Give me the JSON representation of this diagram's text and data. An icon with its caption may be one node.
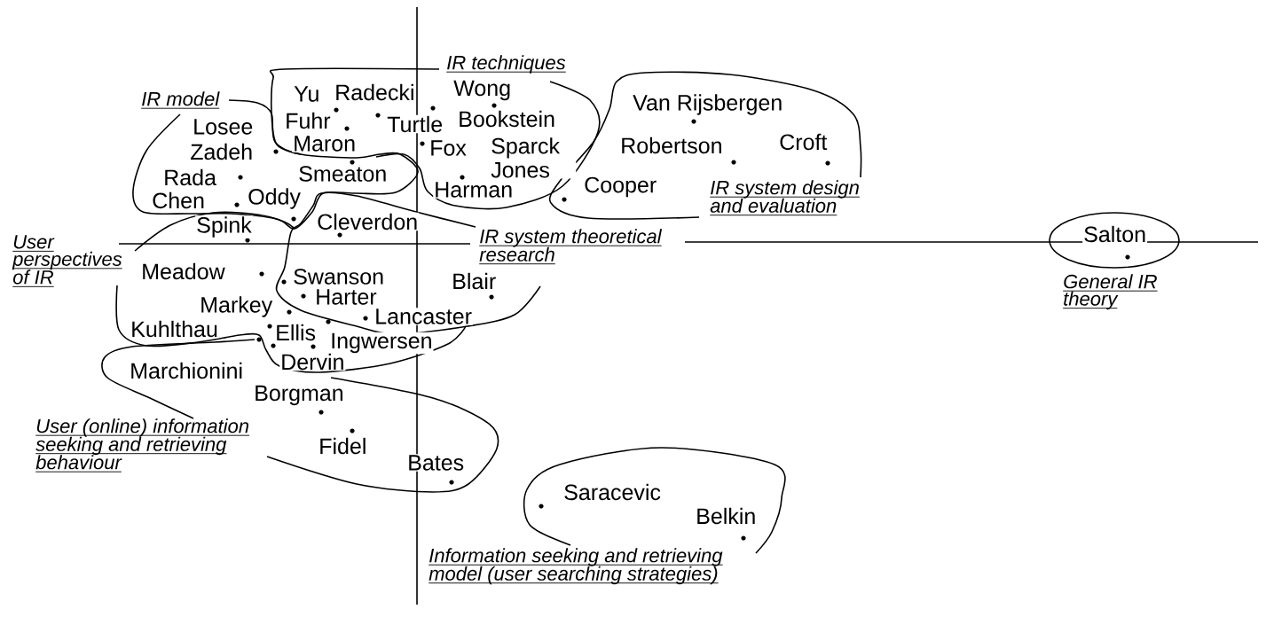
{
  "diagram": {
    "nodes": [
      {
        "text": [
          "IR model"
        ]
      },
      {
        "text": [
          "IR techniques"
        ]
      },
      {
        "text": [
          "IR system design and evaluation"
        ]
      },
      {
        "text": [
          "IR system theoretical research"
        ]
      },
      {
        "text": [
          "User perspectives of IR"
        ]
      },
      {
        "text": [
          "User (online) information seeking and retrieving behaviour"
        ]
      },
      {
        "text": [
          "General IR theory"
        ]
      },
      {
        "text": [
          "Information seeking and retrieving model (user searching strategies)"
        ]
      }
    ],
    "labels": [
      "Yu",
      "Radecki",
      "Wong",
      "Van Rijsbergen",
      "Fuhr",
      "Turtle",
      "Bookstein",
      "Losee",
      "Robertson",
      "Croft",
      "Zadeh",
      "Maron",
      "Fox",
      "Sparck Jones",
      "Rada",
      "Smeaton",
      "Harman",
      "Cooper",
      "Chen",
      "Oddy",
      "Spink",
      "Cleverdon",
      "Salton",
      "Meadow",
      "Swanson",
      "Blair",
      "Harter",
      "Markey",
      "Lancaster",
      "Kuhlthau",
      "Ellis",
      "Ingwersen",
      "Dervin",
      "Marchionini",
      "Borgman",
      "Fidel",
      "Bates",
      "Saracevic",
      "Belkin"
    ]
  }
}
